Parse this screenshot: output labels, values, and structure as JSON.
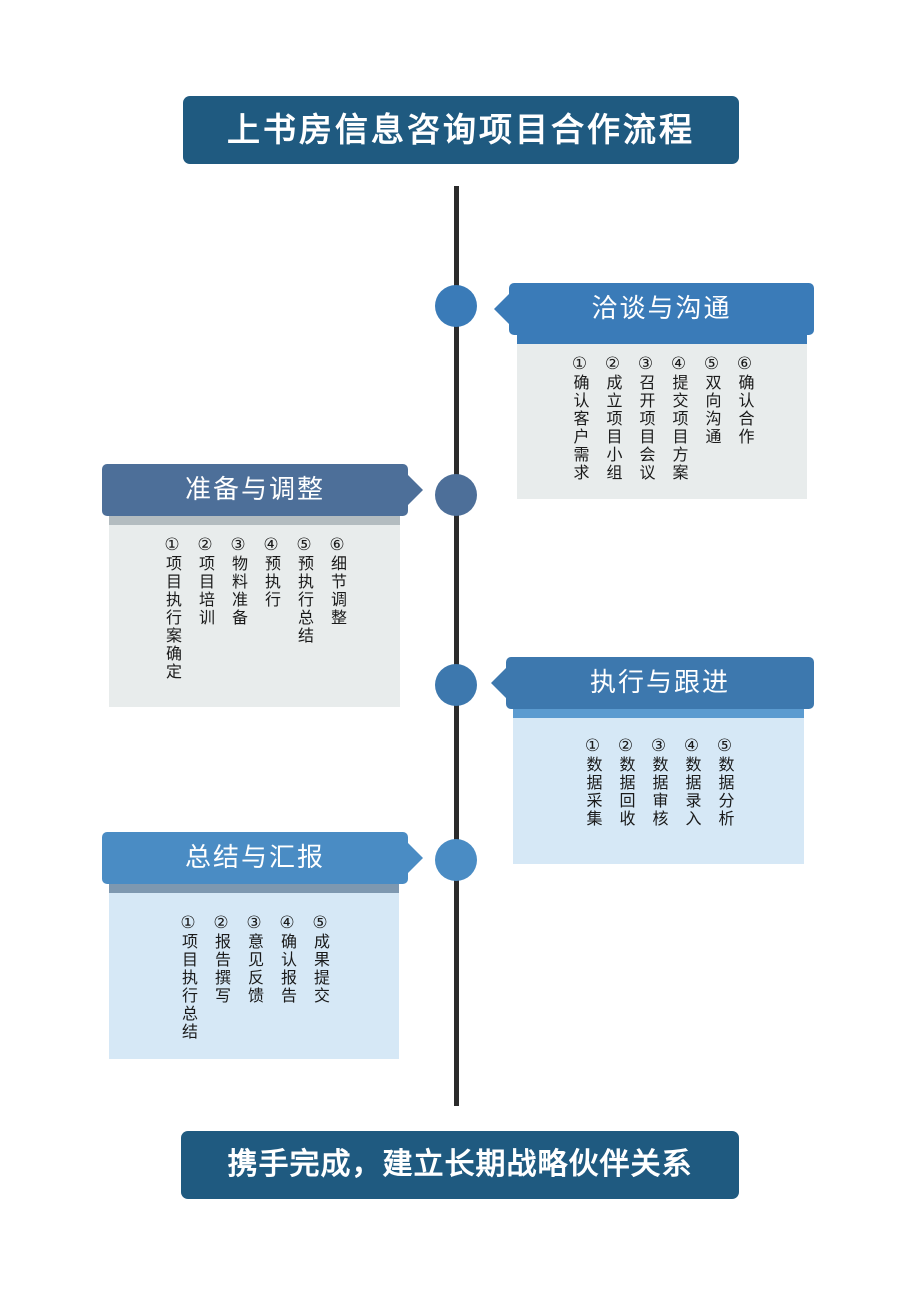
{
  "title": "上书房信息咨询项目合作流程",
  "footer": "携手完成，建立长期战略伙伴关系",
  "stages": [
    {
      "title": "洽谈与沟通",
      "steps": [
        {
          "num": "①",
          "text": "确认客户需求"
        },
        {
          "num": "②",
          "text": "成立项目小组"
        },
        {
          "num": "③",
          "text": "召开项目会议"
        },
        {
          "num": "④",
          "text": "提交项目方案"
        },
        {
          "num": "⑤",
          "text": "双向沟通"
        },
        {
          "num": "⑥",
          "text": "确认合作"
        }
      ]
    },
    {
      "title": "准备与调整",
      "steps": [
        {
          "num": "①",
          "text": "项目执行案确定"
        },
        {
          "num": "②",
          "text": "项目培训"
        },
        {
          "num": "③",
          "text": "物料准备"
        },
        {
          "num": "④",
          "text": "预执行"
        },
        {
          "num": "⑤",
          "text": "预执行总结"
        },
        {
          "num": "⑥",
          "text": "细节调整"
        }
      ]
    },
    {
      "title": "执行与跟进",
      "steps": [
        {
          "num": "①",
          "text": "数据采集"
        },
        {
          "num": "②",
          "text": "数据回收"
        },
        {
          "num": "③",
          "text": "数据审核"
        },
        {
          "num": "④",
          "text": "数据录入"
        },
        {
          "num": "⑤",
          "text": "数据分析"
        }
      ]
    },
    {
      "title": "总结与汇报",
      "steps": [
        {
          "num": "①",
          "text": "项目执行总结"
        },
        {
          "num": "②",
          "text": "报告撰写"
        },
        {
          "num": "③",
          "text": "意见反馈"
        },
        {
          "num": "④",
          "text": "确认报告"
        },
        {
          "num": "⑤",
          "text": "成果提交"
        }
      ]
    }
  ],
  "colors": {
    "banner": "#1f5a80",
    "stage1": "#3a7bb8",
    "stage2": "#4d6f99",
    "stage3": "#3d78ae",
    "stage4": "#4a8cc4",
    "panel_gray": "#e8ecec",
    "panel_blue": "#d6e8f6",
    "timeline": "#2b2b2b"
  }
}
